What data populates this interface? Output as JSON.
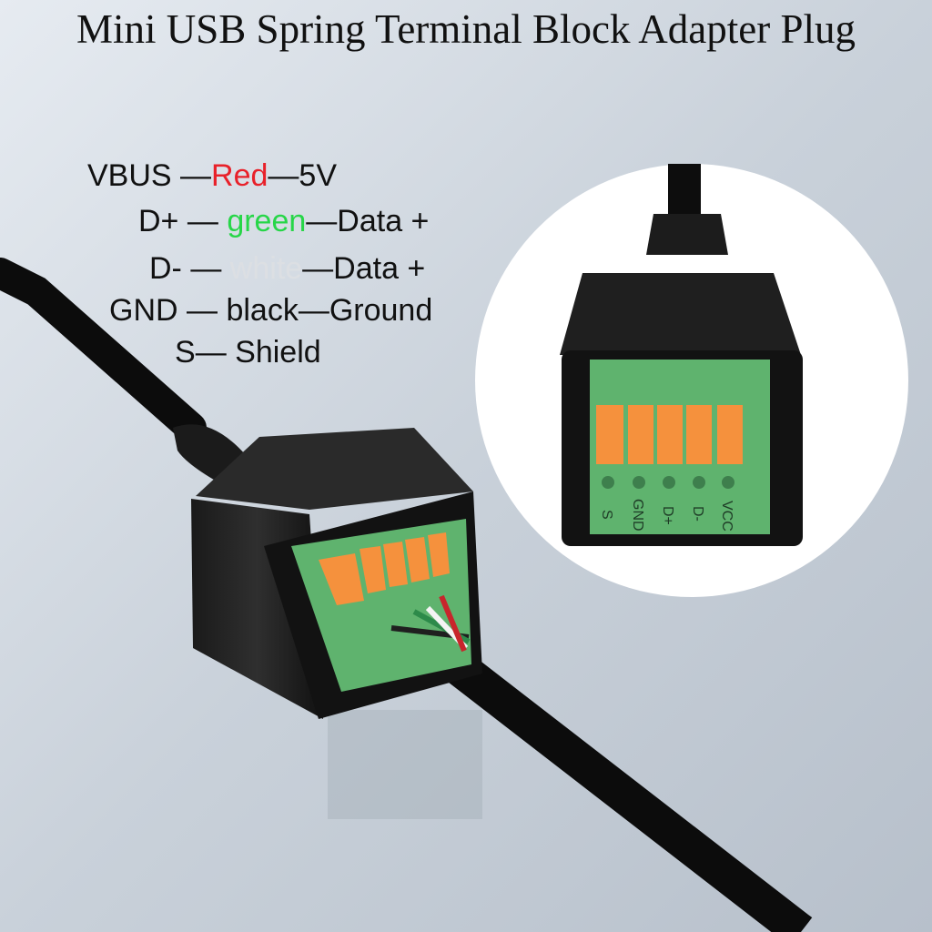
{
  "title": "Mini USB Spring Terminal Block Adapter Plug",
  "pinout": [
    {
      "pin": "VBUS",
      "dash1": " —",
      "color": "Red",
      "dash2": "—",
      "meaning": "5V"
    },
    {
      "pin": "D+",
      "dash1": " — ",
      "color": "green",
      "dash2": "—",
      "meaning": "Data +"
    },
    {
      "pin": "D-",
      "dash1": " — ",
      "color": "white",
      "dash2": "—",
      "meaning": "Data +"
    },
    {
      "pin": "GND",
      "dash1": " — ",
      "color": "black",
      "dash2": "—",
      "meaning": "Ground"
    }
  ],
  "shield": {
    "pin": "S",
    "dash": "— ",
    "meaning": "Shield"
  },
  "terminal_labels": [
    "S",
    "GND",
    "D+",
    "D-",
    "VCC"
  ],
  "colors": {
    "red": "#e8212a",
    "green": "#27d648",
    "white": "#dcdfe3",
    "terminal_green": "#5fb36e",
    "lever_orange": "#f5913d"
  }
}
